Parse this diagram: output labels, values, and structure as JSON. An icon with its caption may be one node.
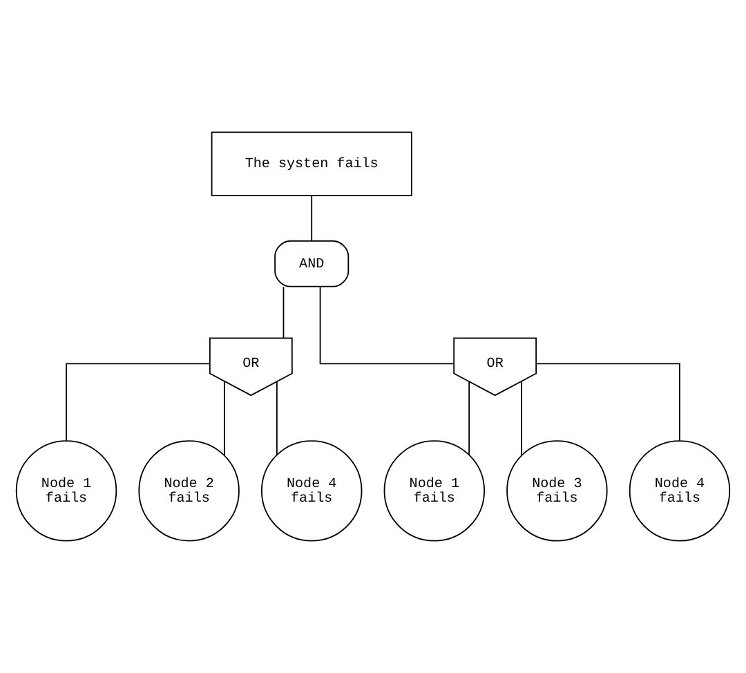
{
  "diagram": {
    "nodes": [
      {
        "text": [
          "The systen fails"
        ]
      },
      {
        "text": [
          "AND"
        ]
      },
      {
        "text": [
          "OR"
        ]
      },
      {
        "text": [
          "OR"
        ]
      },
      {
        "text": [
          "Node 1 fails"
        ]
      },
      {
        "text": [
          "Node 2 fails"
        ]
      },
      {
        "text": [
          "Node 4 fails"
        ]
      },
      {
        "text": [
          "Node 1 fails"
        ]
      },
      {
        "text": [
          "Node 3 fails"
        ]
      },
      {
        "text": [
          "Node 4 fails"
        ]
      }
    ],
    "edges": [
      {
        "from": 0,
        "to": 1,
        "arrow": "none"
      },
      {
        "from": 1,
        "to": 2,
        "arrow": "none"
      },
      {
        "from": 1,
        "to": 3,
        "arrow": "none"
      },
      {
        "from": 2,
        "to": 4,
        "arrow": "none"
      },
      {
        "from": 2,
        "to": 5,
        "arrow": "none"
      },
      {
        "from": 2,
        "to": 6,
        "arrow": "none"
      },
      {
        "from": 3,
        "to": 7,
        "arrow": "none"
      },
      {
        "from": 3,
        "to": 8,
        "arrow": "none"
      },
      {
        "from": 3,
        "to": 9,
        "arrow": "none"
      }
    ]
  }
}
